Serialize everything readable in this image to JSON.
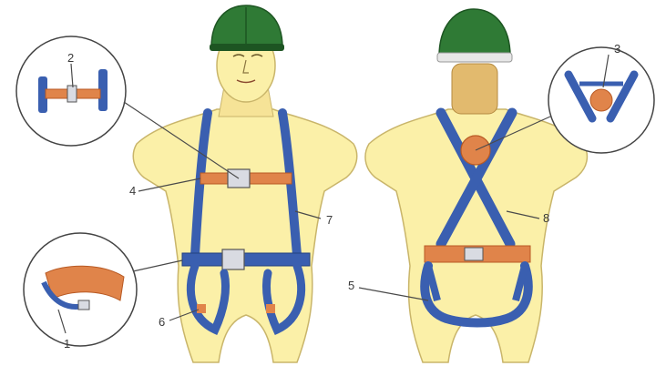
{
  "diagram": {
    "subject": "safety-harness",
    "colors": {
      "skin": "#fbf0a8",
      "skin_outline": "#c9b56a",
      "strap": "#3a5fb0",
      "strap_dark": "#22407f",
      "pad": "#e0844a",
      "pad_dark": "#b85a24",
      "helmet": "#2f7a35",
      "helmet_dark": "#1d5522",
      "buckle": "#d9dbe2",
      "leader": "#4a4a4a"
    },
    "labels": {
      "n1": "1",
      "n2": "2",
      "n3": "3",
      "n4": "4",
      "n5": "5",
      "n6": "6",
      "n7": "7",
      "n8": "8"
    }
  }
}
